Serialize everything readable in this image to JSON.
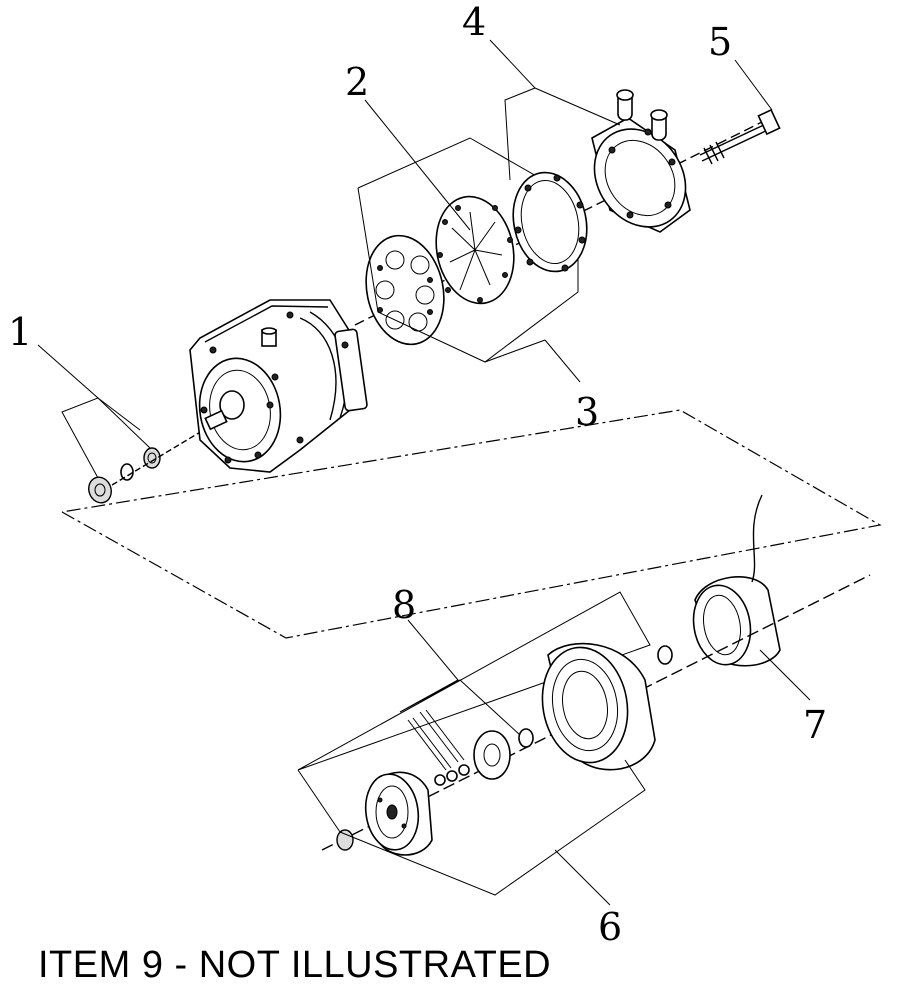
{
  "diagram": {
    "callouts": [
      {
        "id": "1",
        "label": "1"
      },
      {
        "id": "2",
        "label": "2"
      },
      {
        "id": "3",
        "label": "3"
      },
      {
        "id": "4",
        "label": "4"
      },
      {
        "id": "5",
        "label": "5"
      },
      {
        "id": "6",
        "label": "6"
      },
      {
        "id": "7",
        "label": "7"
      },
      {
        "id": "8",
        "label": "8"
      }
    ],
    "footnote": "ITEM 9 - NOT ILLUSTRATED"
  }
}
